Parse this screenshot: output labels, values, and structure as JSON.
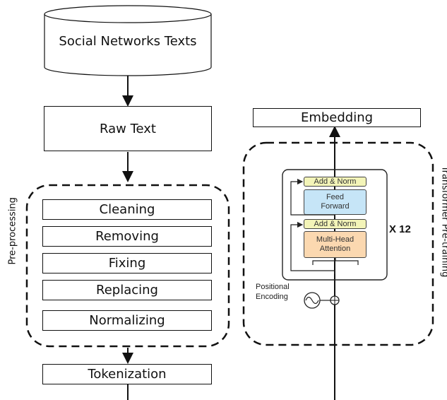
{
  "source": {
    "label": "Social Networks Texts"
  },
  "raw_text": {
    "label": "Raw Text"
  },
  "preprocessing": {
    "title": "Pre-processing",
    "steps": [
      "Cleaning",
      "Removing",
      "Fixing",
      "Replacing",
      "Normalizing"
    ]
  },
  "tokenization": {
    "label": "Tokenization"
  },
  "embedding": {
    "label": "Embedding"
  },
  "transformer": {
    "title": "Transformer Pre-training",
    "repeat": "X 12",
    "add_norm_top": "Add & Norm",
    "feed_forward": "Feed\nForward",
    "add_norm_bottom": "Add & Norm",
    "attention": "Multi-Head\nAttention",
    "positional": "Positional\nEncoding"
  },
  "colors": {
    "add_norm": "#f3f4b8",
    "feed_forward": "#c6e5f7",
    "attention": "#fbd8b0"
  }
}
